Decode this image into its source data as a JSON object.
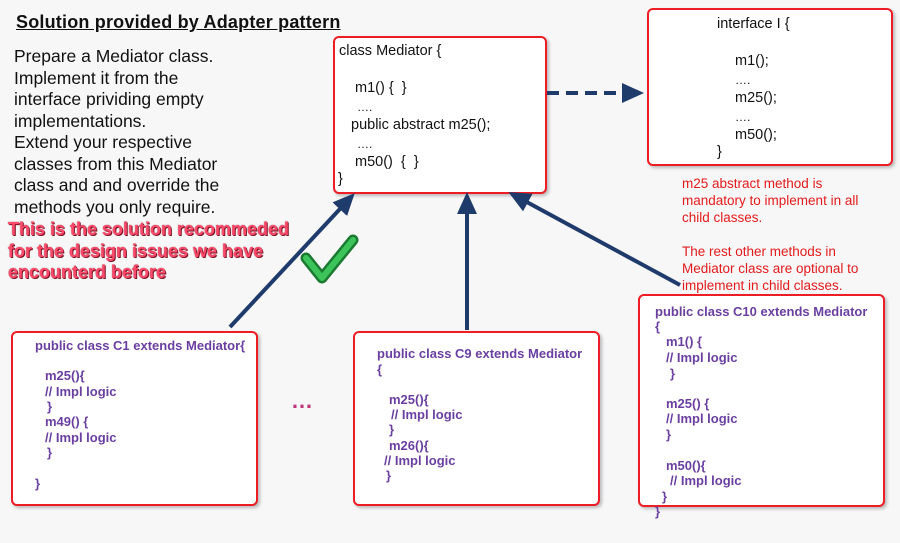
{
  "title": "Solution provided by Adapter pattern",
  "description": [
    "Prepare a Mediator class.",
    "Implement it from the",
    "interface prividing empty",
    "implementations.",
    "Extend your respective",
    "classes from this Mediator",
    "class and and override the",
    "methods you only require."
  ],
  "highlight": [
    "This is the solution recommeded",
    "for the design issues we have",
    "encounterd before"
  ],
  "mediator_box": {
    "lines": [
      "class Mediator {",
      "m1() {  }",
      "….",
      "public abstract m25();",
      "….",
      "m50()  {  }",
      "}"
    ]
  },
  "interface_box": {
    "lines": [
      "interface I {",
      "m1();",
      "….",
      "m25();",
      "….",
      "m50();",
      "}"
    ]
  },
  "note": [
    "m25 abstract method is",
    "mandatory to implement in all",
    "child classes.",
    "",
    "The rest other methods in",
    "Mediator class are optional to",
    "implement in child classes."
  ],
  "c1_box": {
    "lines": [
      "public class C1 extends Mediator{",
      "m25(){",
      "// Impl logic",
      "}",
      "m49() {",
      "// Impl logic",
      "}",
      "}"
    ]
  },
  "c9_box": {
    "lines": [
      "public class C9 extends Mediator",
      "{",
      "m25(){",
      "// Impl logic",
      "}",
      "m26(){",
      "// Impl logic",
      "}"
    ]
  },
  "c10_box": {
    "lines": [
      "public class C10 extends Mediator",
      "{",
      "m1() {",
      "// Impl logic",
      "}",
      "m25() {",
      "// Impl logic",
      "}",
      "m50(){",
      "// Impl logic",
      "}",
      "}"
    ]
  },
  "ellipsis": "…",
  "colors": {
    "box_border": "#ee1c24",
    "arrow": "#1f3b6b",
    "child_text": "#6a3fa0",
    "note_text": "#e21b1b",
    "highlight_text": "#ff4a6b",
    "check": "#22b14c"
  }
}
